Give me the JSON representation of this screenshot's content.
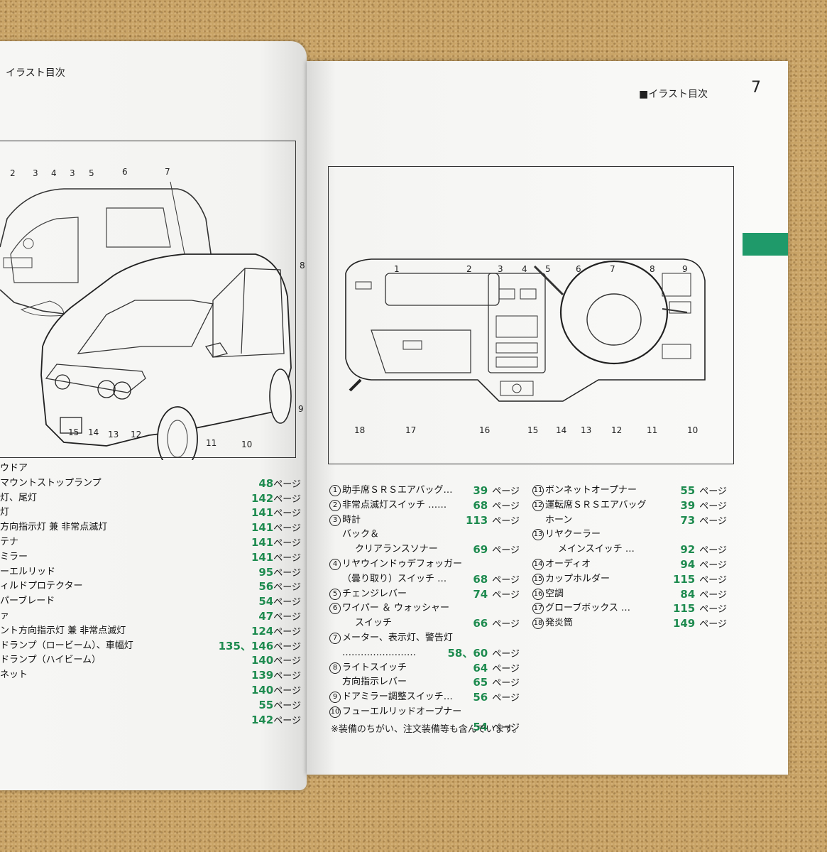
{
  "left_page": {
    "header": "イラスト目次",
    "callouts_top": [
      "2",
      "3",
      "4",
      "3",
      "5",
      "6",
      "7"
    ],
    "callouts_right": [
      "8",
      "9"
    ],
    "callouts_bottom": [
      "15",
      "14",
      "13",
      "12",
      "11",
      "10"
    ],
    "list": [
      {
        "label": "ウドア",
        "pages": "",
        "unit": ""
      },
      {
        "label": "マウントストップランプ",
        "pages": "48",
        "unit": "ページ"
      },
      {
        "label": "灯、尾灯",
        "pages": "142",
        "unit": "ページ"
      },
      {
        "label": "灯",
        "pages": "141",
        "unit": "ページ"
      },
      {
        "label": "方向指示灯 兼 非常点滅灯",
        "pages": "141",
        "unit": "ページ"
      },
      {
        "label": "テナ",
        "pages": "141",
        "unit": "ページ"
      },
      {
        "label": "ミラー",
        "pages": "141",
        "unit": "ページ"
      },
      {
        "label": "ーエルリッド",
        "pages": "95",
        "unit": "ページ"
      },
      {
        "label": "ィルドプロテクター",
        "pages": "56",
        "unit": "ページ"
      },
      {
        "label": "パーブレード",
        "pages": "54",
        "unit": "ページ"
      },
      {
        "label": "ァ",
        "pages": "47",
        "unit": "ページ"
      },
      {
        "label": "ント方向指示灯 兼 非常点滅灯",
        "pages": "124",
        "unit": "ページ"
      },
      {
        "label": "ドランプ（ロービーム）、車幅灯",
        "pages": "135、146",
        "unit": "ページ"
      },
      {
        "label": "ドランプ（ハイビーム）",
        "pages": "140",
        "unit": "ページ"
      },
      {
        "label": "ネット",
        "pages": "139",
        "unit": "ページ"
      },
      {
        "label": "",
        "pages": "140",
        "unit": "ページ"
      },
      {
        "label": "",
        "pages": "55",
        "unit": "ページ"
      },
      {
        "label": "",
        "pages": "142",
        "unit": "ページ"
      }
    ]
  },
  "right_page": {
    "header": "■イラスト目次",
    "page_number": "7",
    "callouts_top": [
      "1",
      "2",
      "3",
      "4",
      "5",
      "6",
      "7",
      "8",
      "9"
    ],
    "callouts_bottom": [
      "18",
      "17",
      "16",
      "15",
      "14",
      "13",
      "12",
      "11",
      "10"
    ],
    "list_left": [
      {
        "num": "1",
        "label": "助手席ＳＲＳエアバッグ…",
        "pages": "39",
        "unit": "ページ",
        "indent": 0
      },
      {
        "num": "2",
        "label": "非常点滅灯スイッチ ……",
        "pages": "68",
        "unit": "ページ",
        "indent": 0
      },
      {
        "num": "3",
        "label": "時計",
        "pages": "113",
        "unit": "ページ",
        "indent": 0
      },
      {
        "num": "",
        "label": "バック＆",
        "pages": "",
        "unit": "",
        "indent": 1
      },
      {
        "num": "",
        "label": "クリアランスソナー",
        "pages": "69",
        "unit": "ページ",
        "indent": 2
      },
      {
        "num": "4",
        "label": "リヤウインドゥデフォッガー",
        "pages": "",
        "unit": "",
        "indent": 0
      },
      {
        "num": "",
        "label": "（曇り取り）スイッチ …",
        "pages": "68",
        "unit": "ページ",
        "indent": 1
      },
      {
        "num": "5",
        "label": "チェンジレバー",
        "pages": "74",
        "unit": "ページ",
        "indent": 0
      },
      {
        "num": "6",
        "label": "ワイパー ＆ ウォッシャー",
        "pages": "",
        "unit": "",
        "indent": 0
      },
      {
        "num": "",
        "label": "スイッチ",
        "pages": "66",
        "unit": "ページ",
        "indent": 2
      },
      {
        "num": "7",
        "label": "メーター、表示灯、警告灯",
        "pages": "",
        "unit": "",
        "indent": 0
      },
      {
        "num": "",
        "label": "……………………",
        "pages": "58、60",
        "unit": "ページ",
        "indent": 1
      },
      {
        "num": "8",
        "label": "ライトスイッチ",
        "pages": "64",
        "unit": "ページ",
        "indent": 0
      },
      {
        "num": "",
        "label": "方向指示レバー",
        "pages": "65",
        "unit": "ページ",
        "indent": 1
      },
      {
        "num": "9",
        "label": "ドアミラー調整スイッチ…",
        "pages": "56",
        "unit": "ページ",
        "indent": 0
      },
      {
        "num": "10",
        "label": "フューエルリッドオープナー",
        "pages": "",
        "unit": "",
        "indent": 0
      },
      {
        "num": "",
        "label": "",
        "pages": "54",
        "unit": "ページ",
        "indent": 0
      }
    ],
    "list_right": [
      {
        "num": "11",
        "label": "ボンネットオープナー",
        "pages": "55",
        "unit": "ページ",
        "indent": 0
      },
      {
        "num": "12",
        "label": "運転席ＳＲＳエアバッグ",
        "pages": "39",
        "unit": "ページ",
        "indent": 0
      },
      {
        "num": "",
        "label": "ホーン",
        "pages": "73",
        "unit": "ページ",
        "indent": 1
      },
      {
        "num": "13",
        "label": "リヤクーラー",
        "pages": "",
        "unit": "",
        "indent": 0
      },
      {
        "num": "",
        "label": "メインスイッチ …",
        "pages": "92",
        "unit": "ページ",
        "indent": 2
      },
      {
        "num": "14",
        "label": "オーディオ",
        "pages": "94",
        "unit": "ページ",
        "indent": 0
      },
      {
        "num": "15",
        "label": "カップホルダー",
        "pages": "115",
        "unit": "ページ",
        "indent": 0
      },
      {
        "num": "16",
        "label": "空調",
        "pages": "84",
        "unit": "ページ",
        "indent": 0
      },
      {
        "num": "17",
        "label": "グローブボックス …",
        "pages": "115",
        "unit": "ページ",
        "indent": 0
      },
      {
        "num": "18",
        "label": "発炎筒",
        "pages": "149",
        "unit": "ページ",
        "indent": 0
      }
    ],
    "note": "※装備のちがい、注文装備等も含んでいます。"
  },
  "colors": {
    "accent_green": "#1f9a6a",
    "page_number_green": "#1e8b4f"
  }
}
